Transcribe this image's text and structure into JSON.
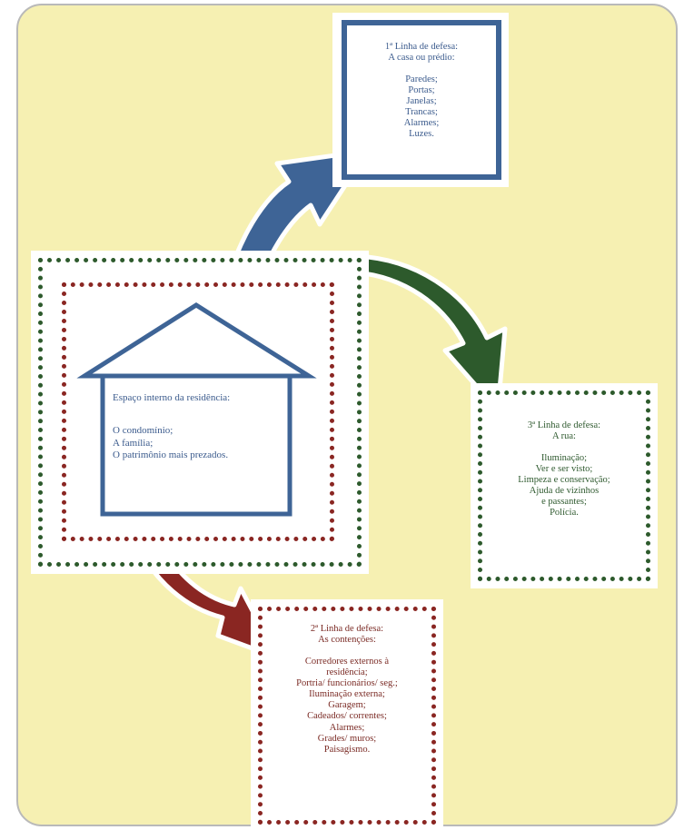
{
  "house": {
    "title": "Espaço interno da residência:",
    "items": [
      "O condomínio;",
      "A família;",
      "O patrimônio mais prezados."
    ]
  },
  "line1": {
    "heading": "1ª Linha de defesa:",
    "subheading": "A casa ou prédio:",
    "items": [
      "Paredes;",
      "Portas;",
      "Janelas;",
      "Trancas;",
      "Alarmes;",
      "Luzes."
    ]
  },
  "line2": {
    "heading": "2ª Linha de defesa:",
    "subheading": "As contenções:",
    "items": [
      "Corredores externos à",
      "residência;",
      "Portria/ funcionários/ seg.;",
      "Iluminação externa;",
      "Garagem;",
      "Cadeados/ correntes;",
      "Alarmes;",
      "Grades/ muros;",
      "Paisagismo."
    ]
  },
  "line3": {
    "heading": "3ª Linha de defesa:",
    "subheading": "A rua:",
    "items": [
      "Iluminação;",
      "Ver e ser visto;",
      "Limpeza e conservação;",
      "Ajuda de vizinhos",
      "e passantes;",
      "Polícia."
    ]
  },
  "colors": {
    "background": "#f6f0b2",
    "blue": "#3e6496",
    "green": "#2d5a2c",
    "red": "#8a2622"
  }
}
